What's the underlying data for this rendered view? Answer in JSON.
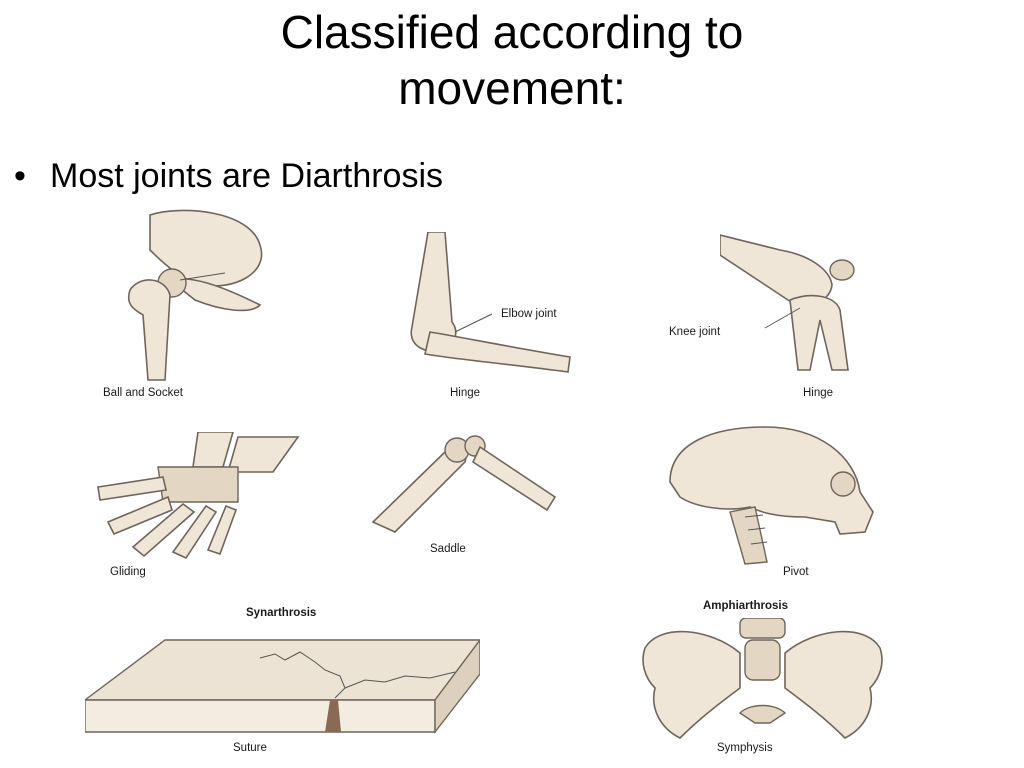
{
  "slide": {
    "title_line1": "Classified according to",
    "title_line2": "movement:",
    "bullet_symbol": "•",
    "bullet_text": "Most joints are Diarthrosis"
  },
  "figures": {
    "ball_socket": {
      "caption": "Ball and Socket"
    },
    "elbow": {
      "caption": "Hinge",
      "callout": "Elbow joint"
    },
    "knee": {
      "caption": "Hinge",
      "callout": "Knee joint"
    },
    "gliding": {
      "caption": "Gliding"
    },
    "saddle": {
      "caption": "Saddle"
    },
    "pivot": {
      "caption": "Pivot"
    },
    "suture": {
      "heading": "Synarthrosis",
      "caption": "Suture"
    },
    "symphysis": {
      "heading": "Amphiarthrosis",
      "caption": "Symphysis"
    }
  }
}
